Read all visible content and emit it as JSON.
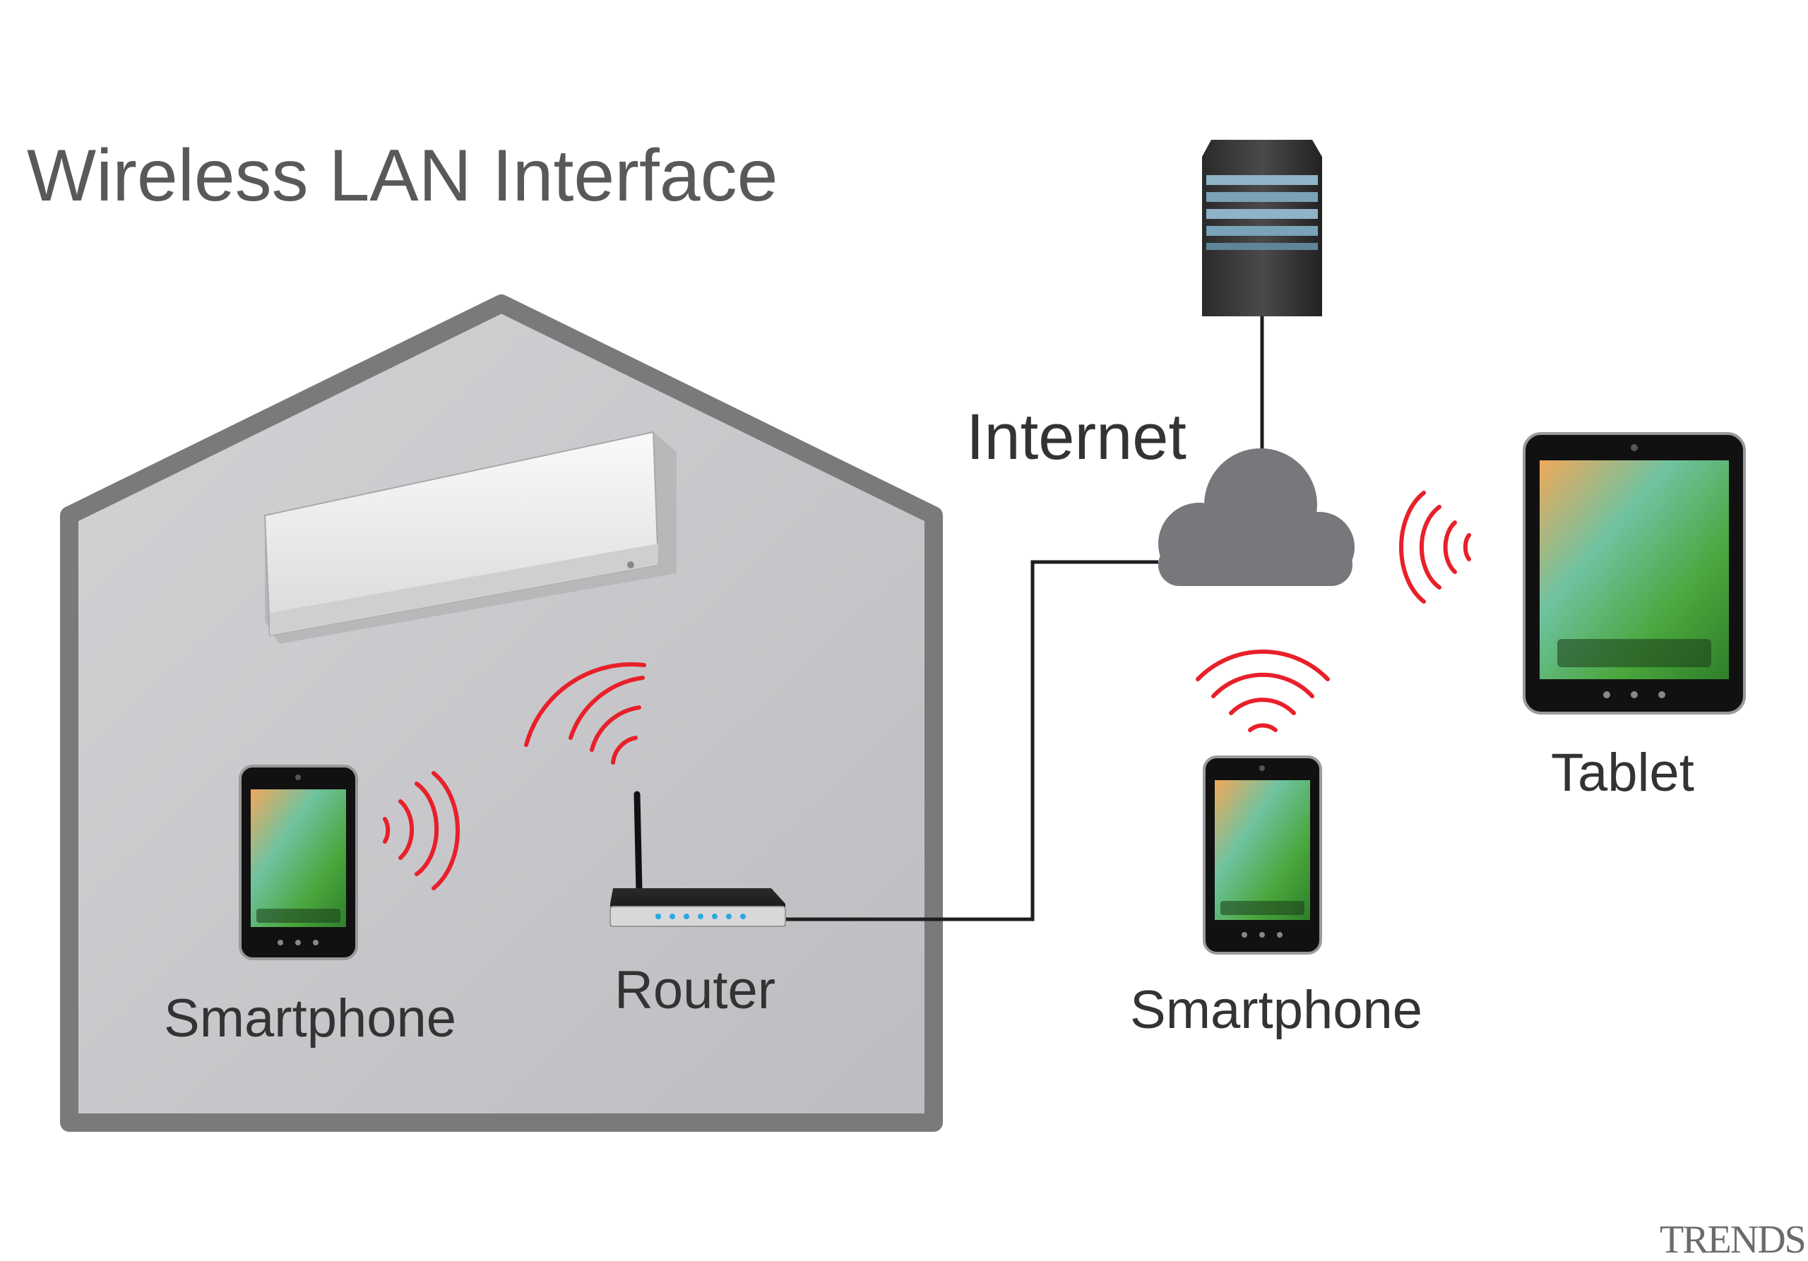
{
  "title": "Wireless LAN Interface",
  "labels": {
    "internet": "Internet",
    "tablet": "Tablet",
    "home_smartphone": "Smartphone",
    "router": "Router",
    "remote_smartphone": "Smartphone"
  },
  "watermark": "TRENDS",
  "icons": {
    "house": "house-icon",
    "air_conditioner": "air-conditioner-icon",
    "server": "server-icon",
    "cloud": "cloud-icon",
    "router": "router-icon",
    "smartphone": "smartphone-icon",
    "tablet": "tablet-icon",
    "wifi_signal": "wifi-signal-icon"
  },
  "colors": {
    "signal": "#e8202a",
    "house_fill": "#c8c8cb",
    "house_outline": "#7a7a7a",
    "cloud": "#77787b",
    "text": "#333333"
  }
}
